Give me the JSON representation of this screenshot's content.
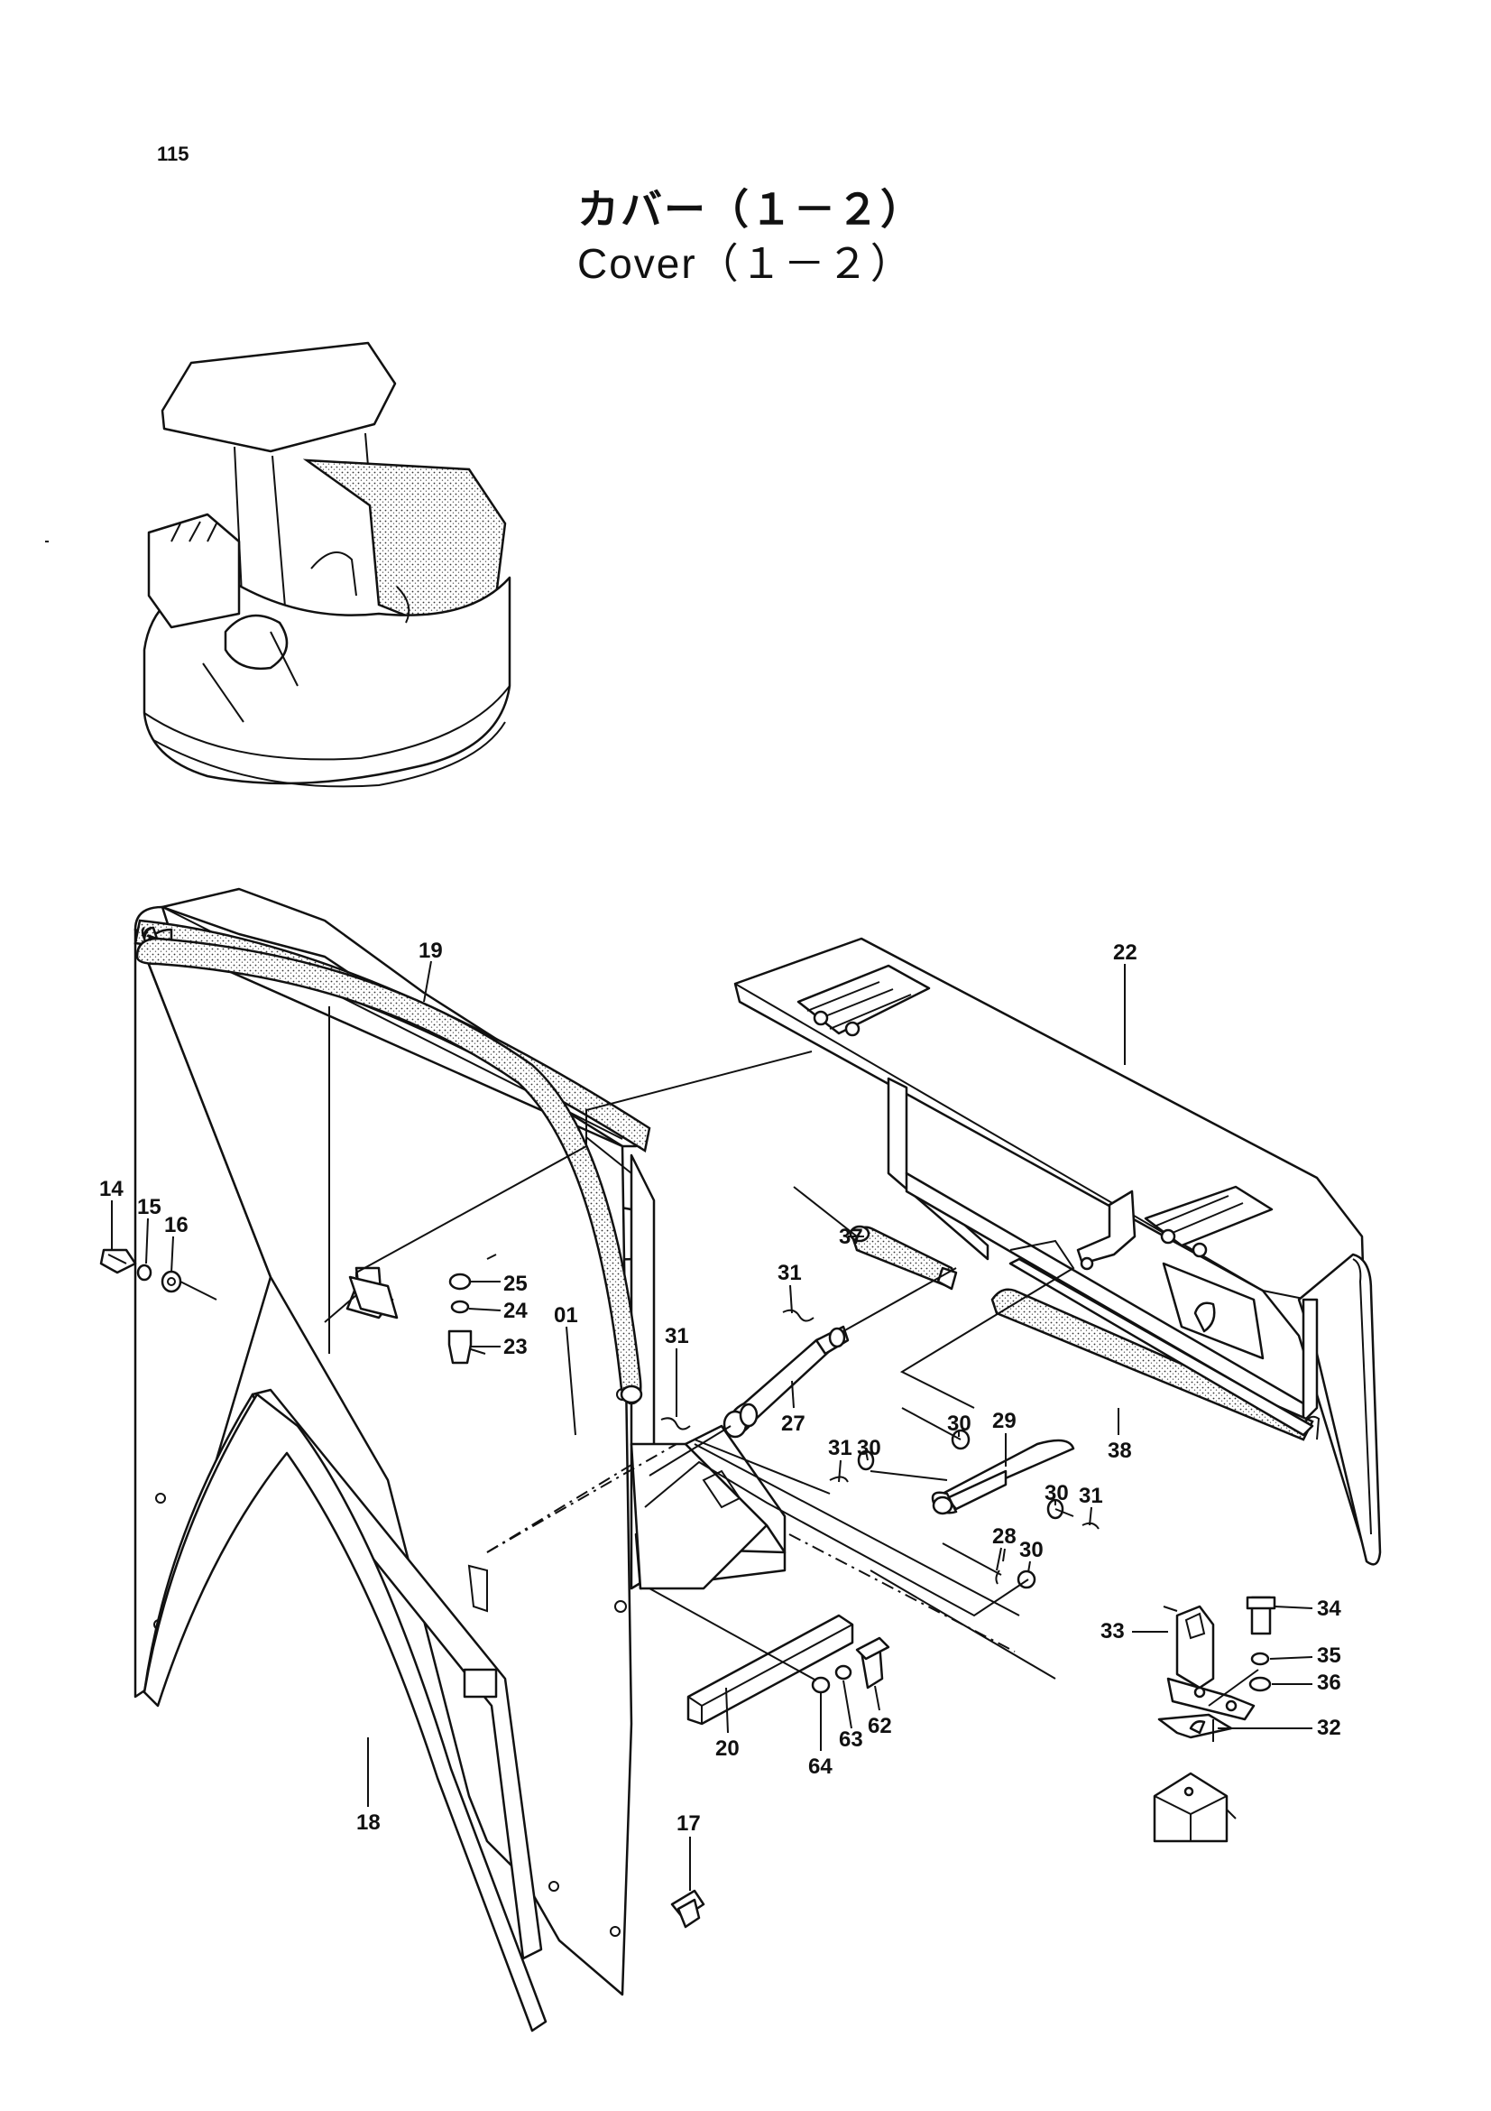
{
  "page_number": "115",
  "title_jp": "カバー（１－２）",
  "title_en": "Cover（１－２）",
  "callouts": {
    "p14": "14",
    "p15": "15",
    "p16": "16",
    "p19": "19",
    "p22": "22",
    "p25": "25",
    "p24": "24",
    "p23": "23",
    "p01": "01",
    "p37": "37",
    "p31a": "31",
    "p31b": "31",
    "p27": "27",
    "p29": "29",
    "p30a": "30",
    "p31c": "31",
    "p30b": "30",
    "p30c": "30",
    "p31d": "31",
    "p28": "28",
    "p30d": "30",
    "p38": "38",
    "p34": "34",
    "p33": "33",
    "p35": "35",
    "p36": "36",
    "p32": "32",
    "p20": "20",
    "p64": "64",
    "p63": "63",
    "p62": "62",
    "p18": "18",
    "p17": "17"
  }
}
